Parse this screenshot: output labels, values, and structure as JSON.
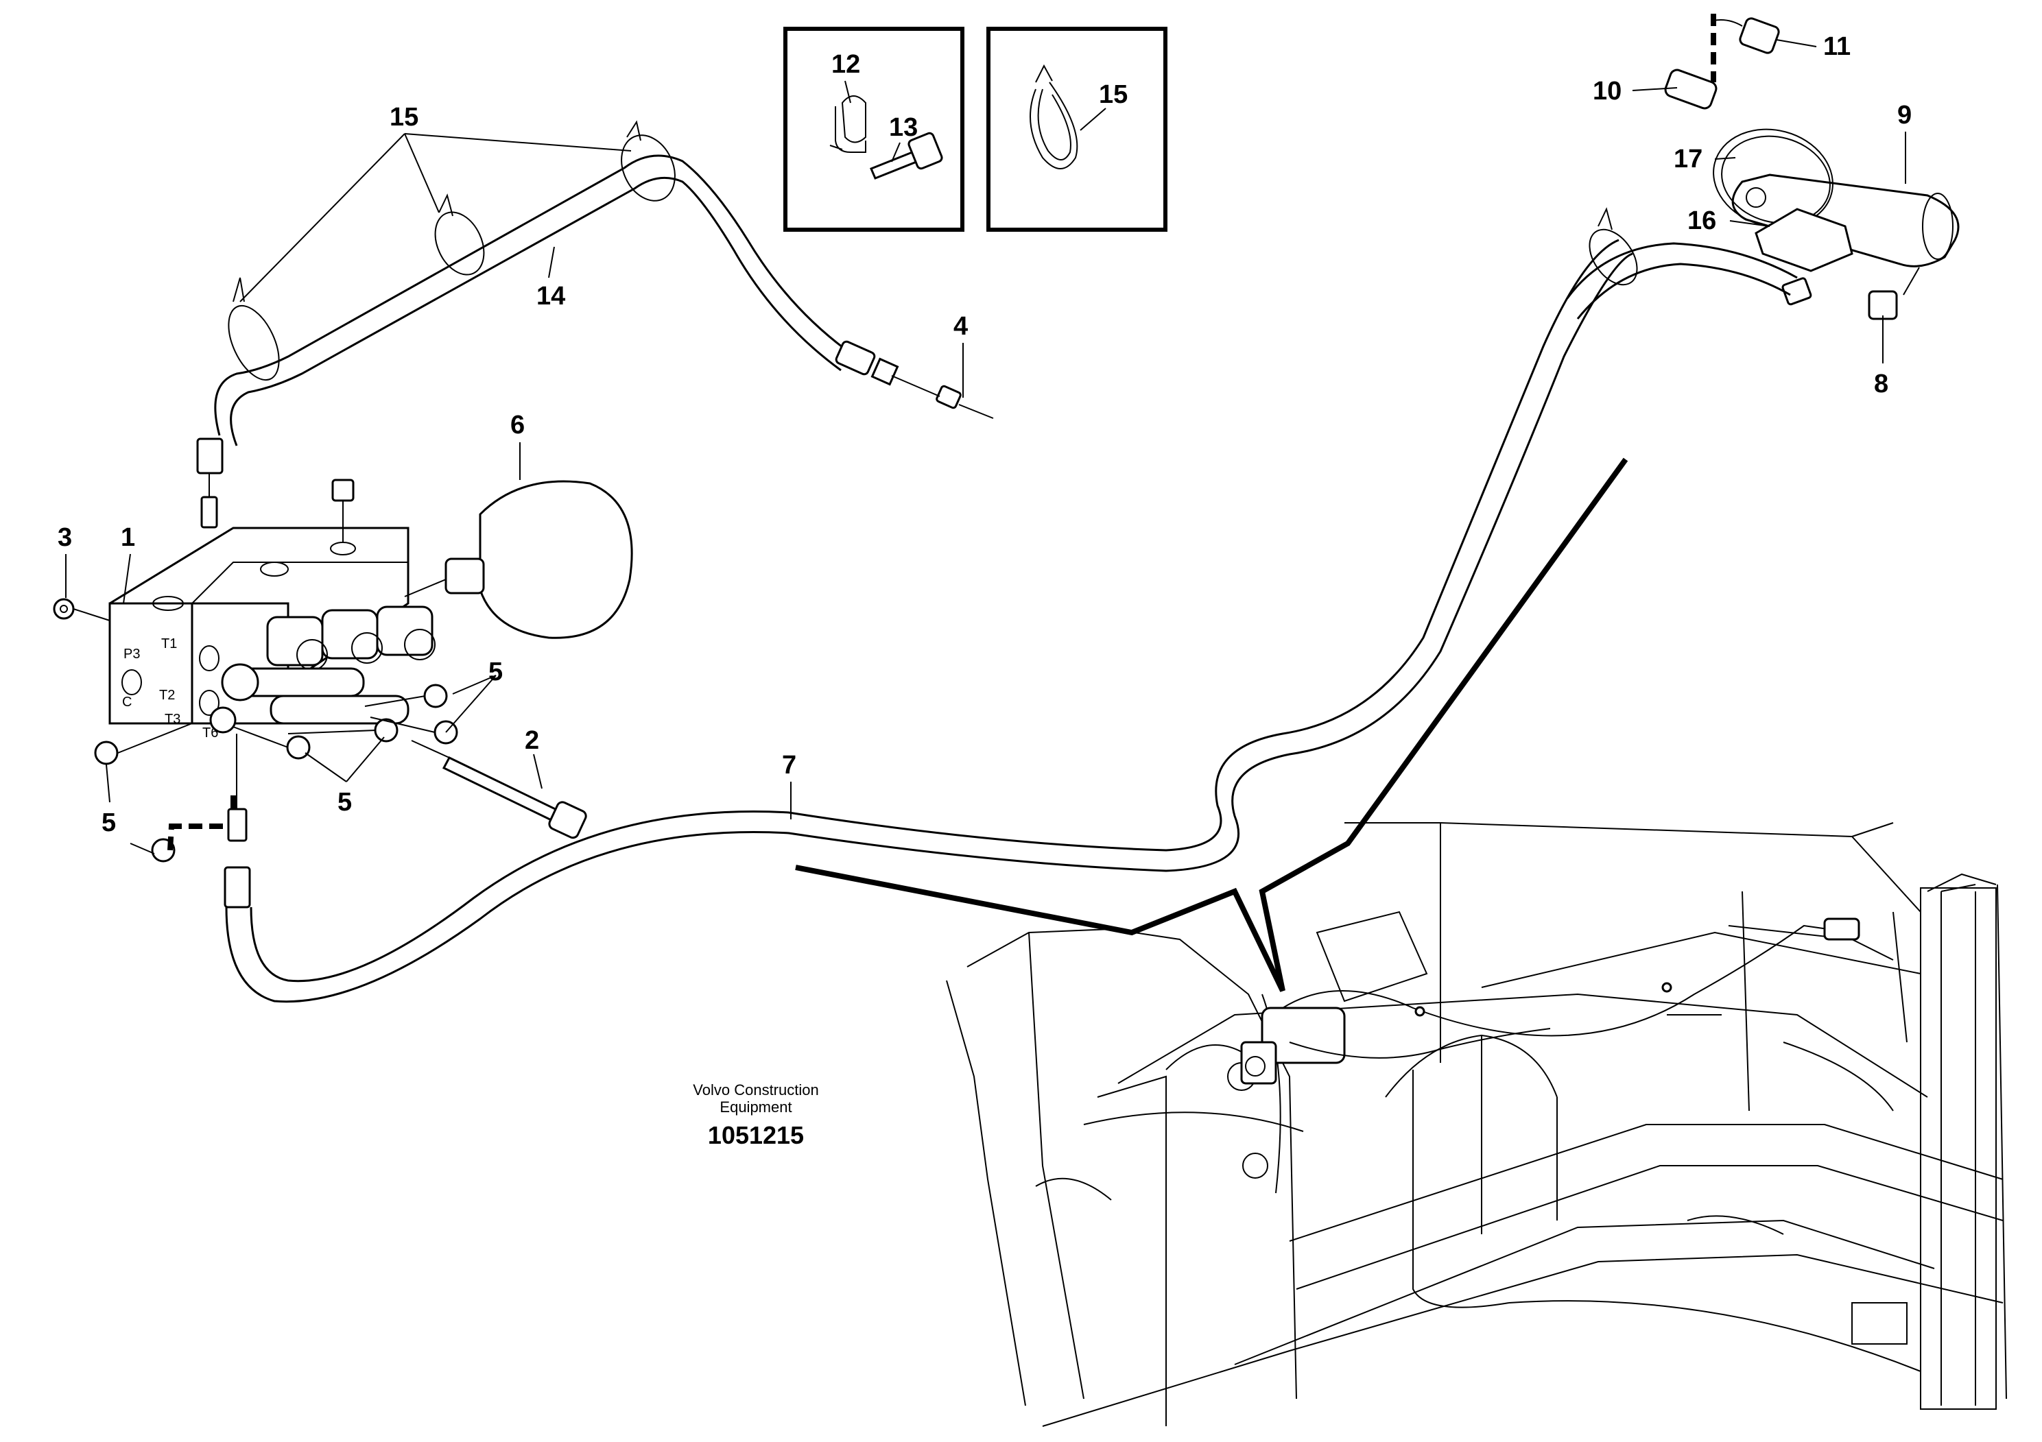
{
  "callouts": {
    "c1": "1",
    "c2": "2",
    "c3": "3",
    "c4": "4",
    "c5a": "5",
    "c5b": "5",
    "c5c": "5",
    "c6": "6",
    "c7": "7",
    "c8": "8",
    "c9": "9",
    "c10": "10",
    "c11": "11",
    "c12": "12",
    "c13": "13",
    "c14": "14",
    "c15a": "15",
    "c15b": "15",
    "c16": "16",
    "c17": "17"
  },
  "ports": {
    "p3": "P3",
    "t1": "T1",
    "t2": "T2",
    "t3": "T3",
    "t6": "T6",
    "c": "C"
  },
  "footer": {
    "company_line1": "Volvo Construction",
    "company_line2": "Equipment",
    "drawing_number": "1051215"
  }
}
